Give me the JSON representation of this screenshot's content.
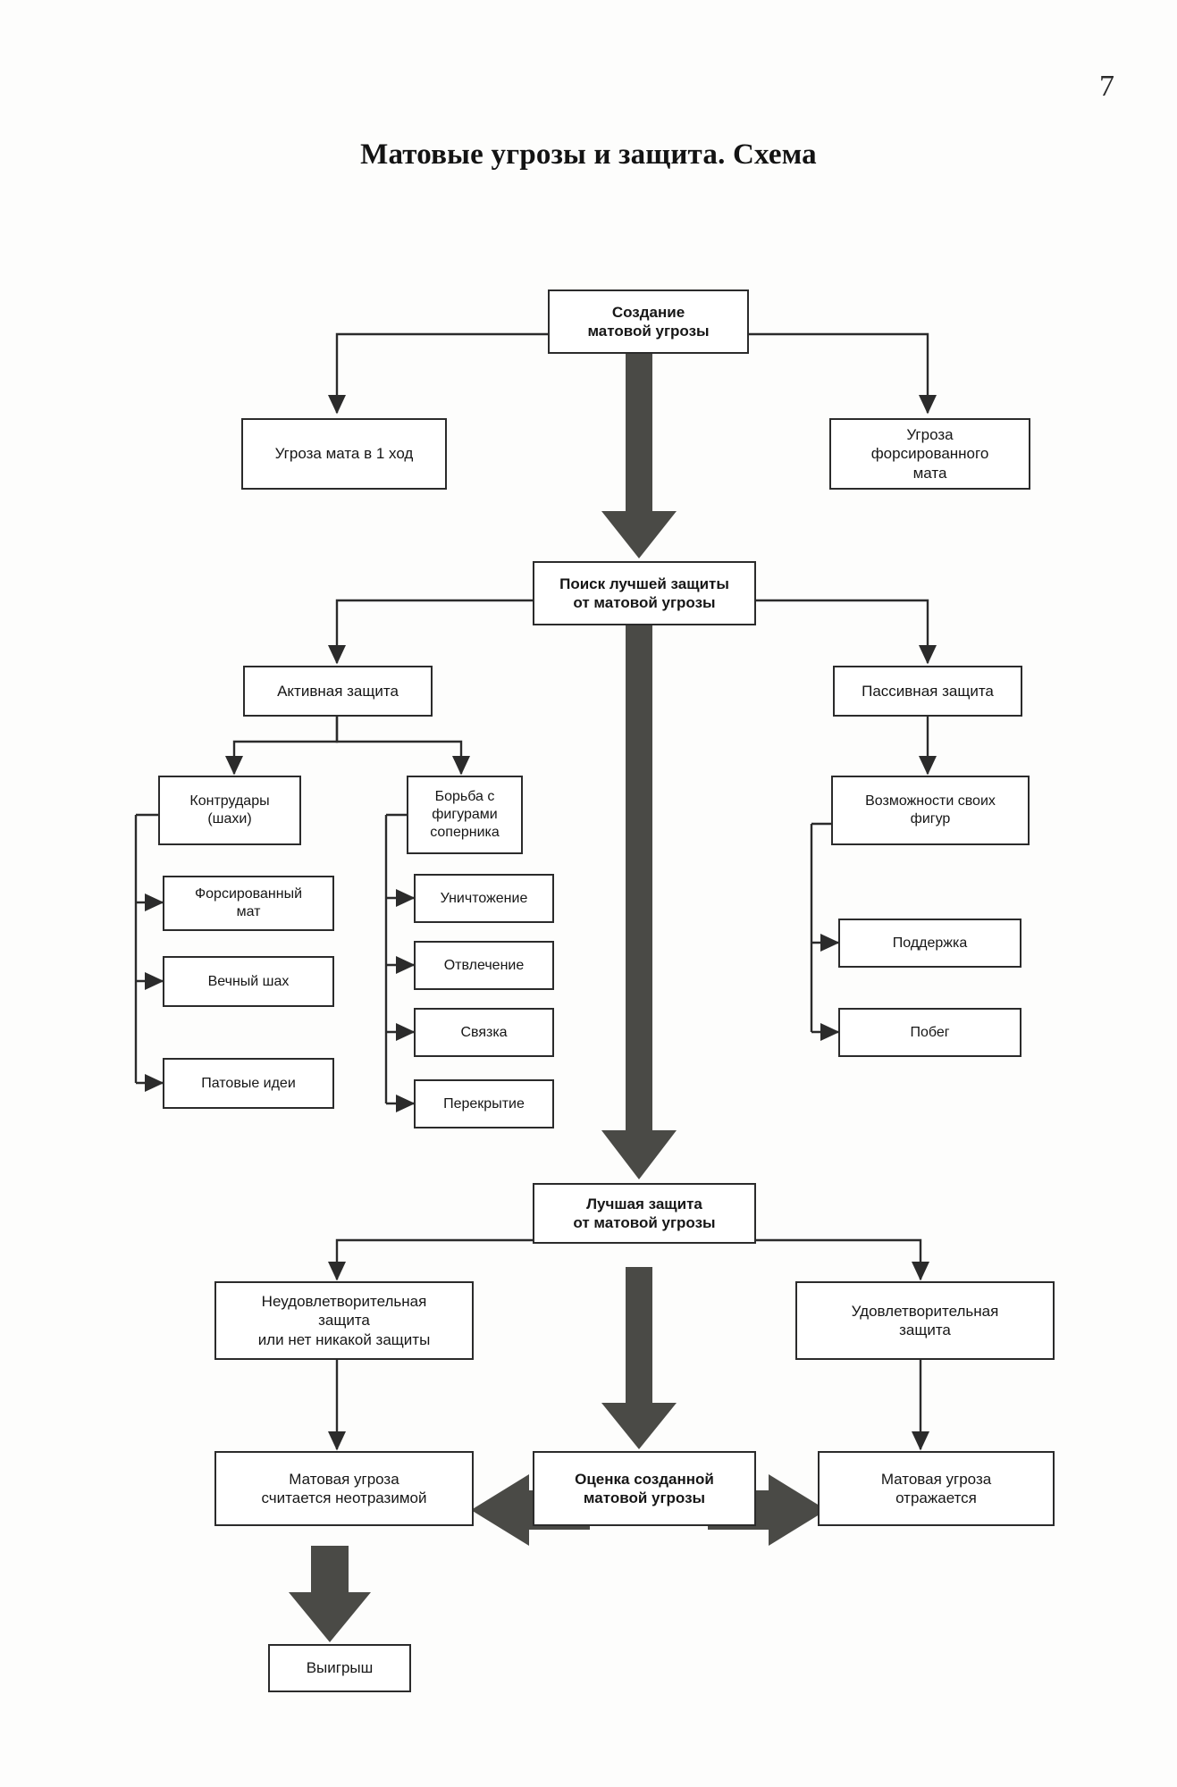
{
  "page": {
    "number": "7"
  },
  "document": {
    "title": "Матовые угрозы и защита. Схема"
  },
  "diagram": {
    "type": "flowchart",
    "nodes": {
      "create_threat": {
        "label": "Создание\nматовой угрозы",
        "bold": true
      },
      "threat_mate_one_move": {
        "label": "Угроза мата в 1 ход",
        "bold": false
      },
      "threat_forced_mate": {
        "label": "Угроза\nфорсированного\nмата",
        "bold": false
      },
      "search_best_defense": {
        "label": "Поиск лучшей защиты\nот матовой угрозы",
        "bold": true
      },
      "active_defense": {
        "label": "Активная защита",
        "bold": false
      },
      "passive_defense": {
        "label": "Пассивная защита",
        "bold": false
      },
      "counterstrikes": {
        "label": "Контрудары\n(шахи)",
        "bold": false
      },
      "forced_mate": {
        "label": "Форсированный\nмат",
        "bold": false
      },
      "perpetual_check": {
        "label": "Вечный шах",
        "bold": false
      },
      "stalemate_ideas": {
        "label": "Патовые идеи",
        "bold": false
      },
      "fight_opponent_pieces": {
        "label": "Борьба с\nфигурами\nсоперника",
        "bold": false
      },
      "destruction": {
        "label": "Уничтожение",
        "bold": false
      },
      "deflection": {
        "label": "Отвлечение",
        "bold": false
      },
      "pin": {
        "label": "Связка",
        "bold": false
      },
      "interference": {
        "label": "Перекрытие",
        "bold": false
      },
      "own_pieces_options": {
        "label": "Возможности своих\nфигур",
        "bold": false
      },
      "support": {
        "label": "Поддержка",
        "bold": false
      },
      "escape": {
        "label": "Побег",
        "bold": false
      },
      "best_defense": {
        "label": "Лучшая защита\nот матовой угрозы",
        "bold": true
      },
      "unsatisfactory_defense": {
        "label": "Неудовлетворительная\nзащита\nили нет никакой защиты",
        "bold": false
      },
      "satisfactory_defense": {
        "label": "Удовлетворительная\nзащита",
        "bold": false
      },
      "threat_unstoppable": {
        "label": "Матовая угроза\nсчитается неотразимой",
        "bold": false
      },
      "evaluate_threat": {
        "label": "Оценка созданной\nматовой угрозы",
        "bold": true
      },
      "threat_parried": {
        "label": "Матовая угроза\nотражается",
        "bold": false
      },
      "win": {
        "label": "Выигрыш",
        "bold": false
      }
    },
    "edges": [
      {
        "from": "create_threat",
        "to": "threat_mate_one_move",
        "style": "thin"
      },
      {
        "from": "create_threat",
        "to": "threat_forced_mate",
        "style": "thin"
      },
      {
        "from": "create_threat",
        "to": "search_best_defense",
        "style": "thick"
      },
      {
        "from": "search_best_defense",
        "to": "active_defense",
        "style": "thin"
      },
      {
        "from": "search_best_defense",
        "to": "passive_defense",
        "style": "thin"
      },
      {
        "from": "search_best_defense",
        "to": "best_defense",
        "style": "thick"
      },
      {
        "from": "active_defense",
        "to": "counterstrikes",
        "style": "thin"
      },
      {
        "from": "active_defense",
        "to": "fight_opponent_pieces",
        "style": "thin"
      },
      {
        "from": "counterstrikes",
        "to": "forced_mate",
        "style": "thin"
      },
      {
        "from": "counterstrikes",
        "to": "perpetual_check",
        "style": "thin"
      },
      {
        "from": "counterstrikes",
        "to": "stalemate_ideas",
        "style": "thin"
      },
      {
        "from": "fight_opponent_pieces",
        "to": "destruction",
        "style": "thin"
      },
      {
        "from": "fight_opponent_pieces",
        "to": "deflection",
        "style": "thin"
      },
      {
        "from": "fight_opponent_pieces",
        "to": "pin",
        "style": "thin"
      },
      {
        "from": "fight_opponent_pieces",
        "to": "interference",
        "style": "thin"
      },
      {
        "from": "passive_defense",
        "to": "own_pieces_options",
        "style": "thin"
      },
      {
        "from": "own_pieces_options",
        "to": "support",
        "style": "thin"
      },
      {
        "from": "own_pieces_options",
        "to": "escape",
        "style": "thin"
      },
      {
        "from": "best_defense",
        "to": "unsatisfactory_defense",
        "style": "thin"
      },
      {
        "from": "best_defense",
        "to": "satisfactory_defense",
        "style": "thin"
      },
      {
        "from": "best_defense",
        "to": "evaluate_threat",
        "style": "thick"
      },
      {
        "from": "unsatisfactory_defense",
        "to": "threat_unstoppable",
        "style": "thin"
      },
      {
        "from": "satisfactory_defense",
        "to": "threat_parried",
        "style": "thin"
      },
      {
        "from": "evaluate_threat",
        "to": "threat_unstoppable",
        "style": "thick"
      },
      {
        "from": "evaluate_threat",
        "to": "threat_parried",
        "style": "thick"
      },
      {
        "from": "threat_unstoppable",
        "to": "win",
        "style": "thick"
      }
    ]
  },
  "colors": {
    "box_border": "#2b2b2b",
    "thick_arrow": "#4a4a46",
    "thin_line": "#2b2b2b",
    "paper": "#fdfdfc"
  }
}
